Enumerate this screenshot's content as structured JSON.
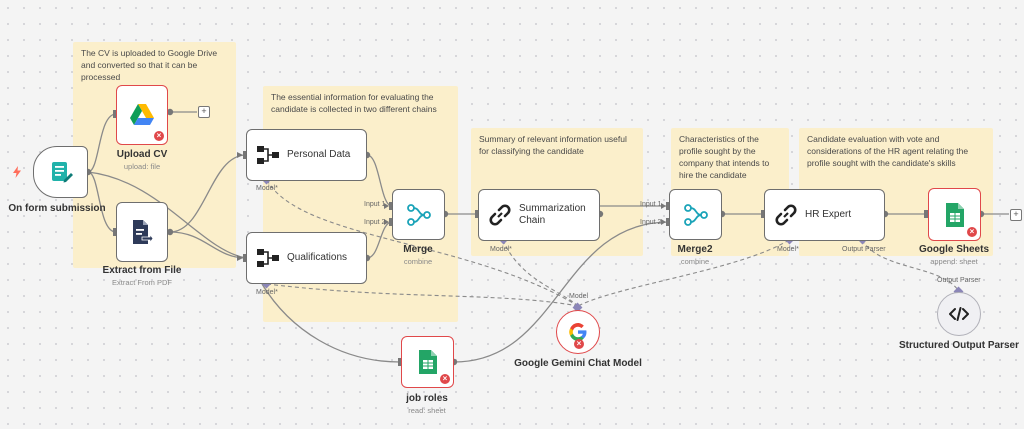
{
  "notes": {
    "n1": "The CV is uploaded to Google Drive and converted so that it can be processed",
    "n2": "The essential information for evaluating the candidate is collected in two different chains",
    "n3": "Summary of relevant information useful for classifying the candidate",
    "n4": "Characteristics of the profile sought by the company that intends to hire the candidate",
    "n5": "Candidate evaluation with vote and considerations of the HR agent relating the profile sought with the candidate's skills"
  },
  "nodes": {
    "trigger": {
      "title": "On form submission"
    },
    "upload_cv": {
      "title": "Upload CV",
      "sub": "upload: file"
    },
    "extract": {
      "title": "Extract from File",
      "sub": "Extract From PDF"
    },
    "personal": {
      "label": "Personal Data"
    },
    "qualifications": {
      "label": "Qualifications"
    },
    "merge": {
      "title": "Merge",
      "sub": "combine"
    },
    "summarization": {
      "label": "Summarization Chain"
    },
    "merge2": {
      "title": "Merge2",
      "sub": "combine"
    },
    "hr_expert": {
      "label": "HR Expert"
    },
    "sheets": {
      "title": "Google Sheets",
      "sub": "append: sheet"
    },
    "gemini": {
      "title": "Google Gemini Chat Model"
    },
    "job_roles": {
      "title": "job roles",
      "sub": "read: sheet"
    },
    "parser": {
      "title": "Structured Output Parser"
    }
  },
  "ports": {
    "model": "Model",
    "model_req": "Model*",
    "input1": "Input 1",
    "input2": "Input 2",
    "output_parser": "Output Parser"
  },
  "colors": {
    "sticky": "#fbefcb",
    "wire": "#8a8a8a",
    "error": "#e0484a",
    "trigger_accent": "#ff6d5a",
    "sheets_green": "#23a566",
    "node_border": "#6e6e6e"
  },
  "icons": [
    "lightning-icon",
    "form-icon",
    "google-drive-icon",
    "file-extract-icon",
    "chain-icon",
    "merge-icon",
    "link-icon",
    "google-sheets-icon",
    "google-g-icon",
    "code-icon",
    "plus-icon",
    "error-icon"
  ]
}
